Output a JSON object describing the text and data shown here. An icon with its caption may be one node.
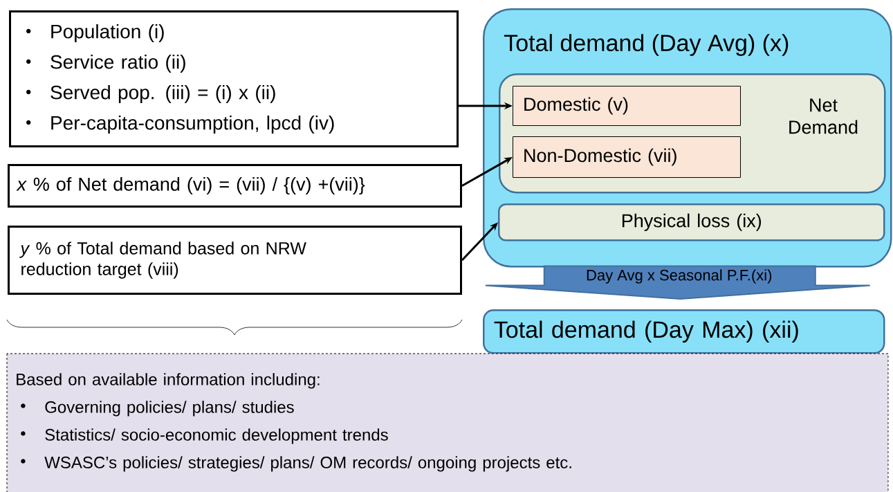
{
  "diagram": {
    "nodes": [
      {
        "text": [
          "Population (i)",
          "Service ratio (ii)",
          "Served pop. (iii) = (i) x (ii)",
          "Per-capita-consumption, lpcd (iv)"
        ]
      },
      {
        "text": [
          "*x* % of Net demand (vi) = (vii) / {(v) +(vii)}"
        ]
      },
      {
        "text": [
          "*y* % of Total demand based on NRW reduction target (viii)"
        ]
      },
      {
        "text": [
          "Total demand (Day Avg) (x)"
        ]
      },
      {
        "text": [
          "Net Demand"
        ],
        "in": 3
      },
      {
        "text": [
          "Domestic (v)"
        ],
        "in": 4
      },
      {
        "text": [
          "Non-Domestic (vii)"
        ],
        "in": 4
      },
      {
        "text": [
          "Physical loss (ix)"
        ],
        "in": 3
      },
      {
        "text": [
          "Total demand (Day Max) (xii)"
        ]
      },
      {
        "text": [
          "Based on available information including:",
          "Governing policies/ plans/ studies",
          "Statistics/ socio-economic development trends",
          "WSASC’s policies/ strategies/ plans/ OM records/ ongoing projects etc."
        ]
      }
    ],
    "edges": [
      {
        "from": 0,
        "to": 5,
        "arrow": "to"
      },
      {
        "from": 1,
        "to": 6,
        "arrow": "to"
      },
      {
        "from": 2,
        "to": 7,
        "arrow": "to"
      },
      {
        "from": 3,
        "to": 8,
        "arrow": "to",
        "label": "Day Avg x Seasonal P.F.(xi)",
        "style": "thick",
        "color": "#4f81bd"
      }
    ]
  }
}
